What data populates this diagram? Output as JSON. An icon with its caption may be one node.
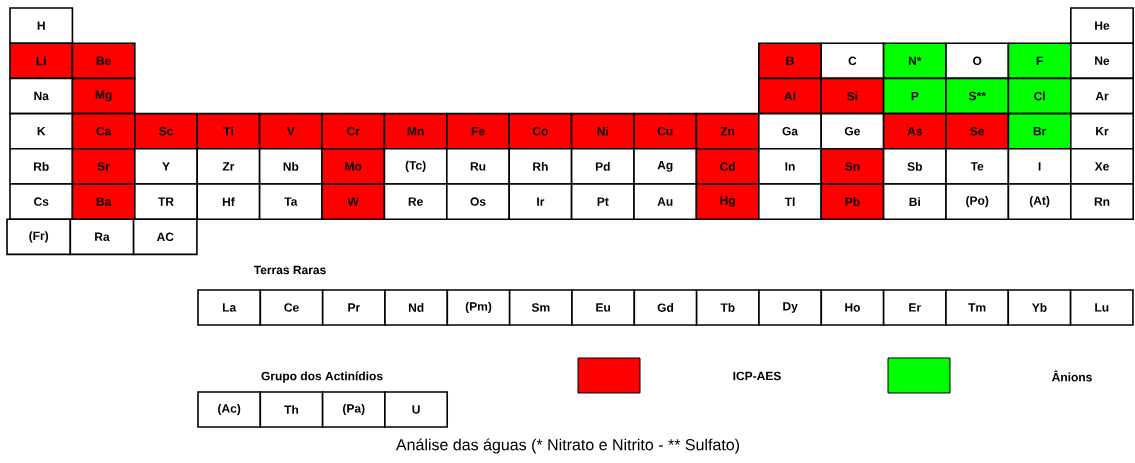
{
  "diagram": {
    "caption": "Análise das águas (* Nitrato e Nitrito - ** Sulfato)",
    "nodes": [
      {
        "text": [
          "H"
        ]
      },
      {
        "text": [
          "He"
        ]
      },
      {
        "text": [
          "Li"
        ]
      },
      {
        "text": [
          "Be"
        ]
      },
      {
        "text": [
          "B"
        ]
      },
      {
        "text": [
          "C"
        ]
      },
      {
        "text": [
          "N*"
        ]
      },
      {
        "text": [
          "O"
        ]
      },
      {
        "text": [
          "F"
        ]
      },
      {
        "text": [
          "Ne"
        ]
      },
      {
        "text": [
          "Na"
        ]
      },
      {
        "text": [
          "Mg"
        ]
      },
      {
        "text": [
          "Al"
        ]
      },
      {
        "text": [
          "Si"
        ]
      },
      {
        "text": [
          "P"
        ]
      },
      {
        "text": [
          "S**"
        ]
      },
      {
        "text": [
          "Cl"
        ]
      },
      {
        "text": [
          "Ar"
        ]
      },
      {
        "text": [
          "K"
        ]
      },
      {
        "text": [
          "Ca"
        ]
      },
      {
        "text": [
          "Sc"
        ]
      },
      {
        "text": [
          "Ti"
        ]
      },
      {
        "text": [
          "V"
        ]
      },
      {
        "text": [
          "Cr"
        ]
      },
      {
        "text": [
          "Mn"
        ]
      },
      {
        "text": [
          "Fe"
        ]
      },
      {
        "text": [
          "Co"
        ]
      },
      {
        "text": [
          "Ni"
        ]
      },
      {
        "text": [
          "Cu"
        ]
      },
      {
        "text": [
          "Zn"
        ]
      },
      {
        "text": [
          "Ga"
        ]
      },
      {
        "text": [
          "Ge"
        ]
      },
      {
        "text": [
          "As"
        ]
      },
      {
        "text": [
          "Se"
        ]
      },
      {
        "text": [
          "Br"
        ]
      },
      {
        "text": [
          "Kr"
        ]
      },
      {
        "text": [
          "Rb"
        ]
      },
      {
        "text": [
          "Sr"
        ]
      },
      {
        "text": [
          "Y"
        ]
      },
      {
        "text": [
          "Zr"
        ]
      },
      {
        "text": [
          "Nb"
        ]
      },
      {
        "text": [
          "Mo"
        ]
      },
      {
        "text": [
          "(Tc)"
        ]
      },
      {
        "text": [
          "Ru"
        ]
      },
      {
        "text": [
          "Rh"
        ]
      },
      {
        "text": [
          "Pd"
        ]
      },
      {
        "text": [
          "Ag"
        ]
      },
      {
        "text": [
          "Cd"
        ]
      },
      {
        "text": [
          "In"
        ]
      },
      {
        "text": [
          "Sn"
        ]
      },
      {
        "text": [
          "Sb"
        ]
      },
      {
        "text": [
          "Te"
        ]
      },
      {
        "text": [
          "I"
        ]
      },
      {
        "text": [
          "Xe"
        ]
      },
      {
        "text": [
          "Cs"
        ]
      },
      {
        "text": [
          "Ba"
        ]
      },
      {
        "text": [
          "TR"
        ]
      },
      {
        "text": [
          "Hf"
        ]
      },
      {
        "text": [
          "Ta"
        ]
      },
      {
        "text": [
          "W"
        ]
      },
      {
        "text": [
          "Re"
        ]
      },
      {
        "text": [
          "Os"
        ]
      },
      {
        "text": [
          "Ir"
        ]
      },
      {
        "text": [
          "Pt"
        ]
      },
      {
        "text": [
          "Au"
        ]
      },
      {
        "text": [
          "Hg"
        ]
      },
      {
        "text": [
          "Tl"
        ]
      },
      {
        "text": [
          "Pb"
        ]
      },
      {
        "text": [
          "Bi"
        ]
      },
      {
        "text": [
          "(Po)"
        ]
      },
      {
        "text": [
          "(At)"
        ]
      },
      {
        "text": [
          "Rn"
        ]
      },
      {
        "text": [
          "(Fr)"
        ]
      },
      {
        "text": [
          "Ra"
        ]
      },
      {
        "text": [
          "AC"
        ]
      },
      {
        "text": [
          "La"
        ]
      },
      {
        "text": [
          "Ce"
        ]
      },
      {
        "text": [
          "Pr"
        ]
      },
      {
        "text": [
          "Nd"
        ]
      },
      {
        "text": [
          "(Pm)"
        ]
      },
      {
        "text": [
          "Sm"
        ]
      },
      {
        "text": [
          "Eu"
        ]
      },
      {
        "text": [
          "Gd"
        ]
      },
      {
        "text": [
          "Tb"
        ]
      },
      {
        "text": [
          "Dy"
        ]
      },
      {
        "text": [
          "Ho"
        ]
      },
      {
        "text": [
          "Er"
        ]
      },
      {
        "text": [
          "Tm"
        ]
      },
      {
        "text": [
          "Yb"
        ]
      },
      {
        "text": [
          "Lu"
        ]
      },
      {
        "text": [
          "(Ac)"
        ]
      },
      {
        "text": [
          "Th"
        ]
      },
      {
        "text": [
          "(Pa)"
        ]
      },
      {
        "text": [
          "U"
        ]
      }
    ],
    "labels": [
      "Terras Raras",
      "Grupo dos Actinídios"
    ],
    "legend": [
      {
        "text": "ICP-AES",
        "color": "#ff0000"
      },
      {
        "text": "Ânions",
        "color": "#00ff00"
      }
    ]
  }
}
